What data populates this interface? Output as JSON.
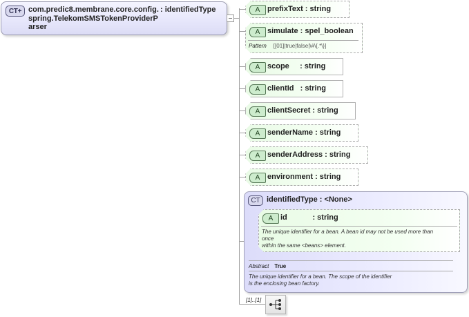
{
  "root": {
    "badge": "CT+",
    "name_lines": [
      "com.predic8.membrane.core.config.",
      "spring.TelekomSMSTokenProviderP",
      "arser"
    ],
    "type": ": identifiedType"
  },
  "attributes": [
    {
      "badge": "A",
      "label": "prefixText : string",
      "border": "dashed"
    },
    {
      "badge": "A",
      "label": "simulate : spel_boolean",
      "border": "dashed",
      "pattern_key": "Pattern",
      "pattern_value": "[[01]|true|false|\\#\\{.*\\}]"
    },
    {
      "badge": "A",
      "label": "scope     : string",
      "border": "solid"
    },
    {
      "badge": "A",
      "label": "clientId   : string",
      "border": "solid"
    },
    {
      "badge": "A",
      "label": "clientSecret : string",
      "border": "solid"
    },
    {
      "badge": "A",
      "label": "senderName : string",
      "border": "dashed"
    },
    {
      "badge": "A",
      "label": "senderAddress : string",
      "border": "dashed"
    },
    {
      "badge": "A",
      "label": "environment : string",
      "border": "dashed"
    }
  ],
  "base_type": {
    "badge": "CT",
    "title": "identifiedType : <None>",
    "id_attr": {
      "badge": "A",
      "label": "id            : string",
      "doc_lines": [
        "The unique identifier for a bean. A bean id may not be used more than",
        "once",
        "within the same <beans> element."
      ]
    },
    "abstract_key": "Abstract",
    "abstract_value": "True",
    "doc_lines": [
      "The unique identifier for a bean. The scope of the identifier",
      "is the enclosing bean factory."
    ]
  },
  "sequence": {
    "multiplicity": "[1]..[1]",
    "icon": "sequence-icon"
  }
}
